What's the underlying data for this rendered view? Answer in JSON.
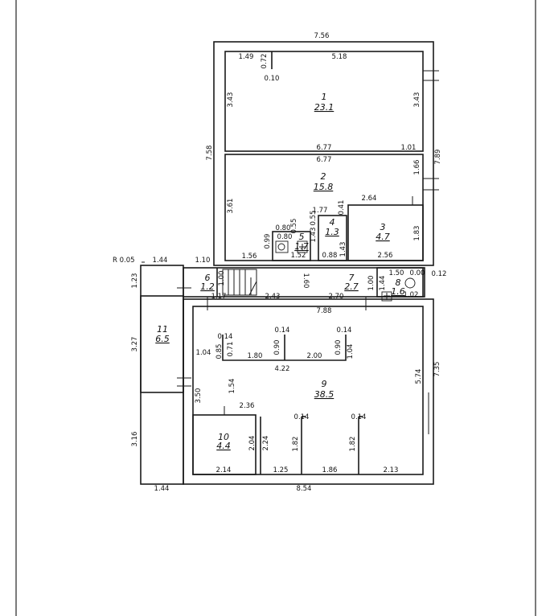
{
  "rooms": [
    {
      "num": "1",
      "area": "23.1"
    },
    {
      "num": "2",
      "area": "15.8"
    },
    {
      "num": "3",
      "area": "4.7"
    },
    {
      "num": "4",
      "area": "1.3"
    },
    {
      "num": "5",
      "area": "1.7"
    },
    {
      "num": "6",
      "area": "1.2"
    },
    {
      "num": "7",
      "area": "2.7"
    },
    {
      "num": "8",
      "area": "1.6"
    },
    {
      "num": "9",
      "area": "38.5"
    },
    {
      "num": "10",
      "area": "4.4"
    },
    {
      "num": "11",
      "area": "6.5"
    }
  ],
  "dims": {
    "top_width": "7.56",
    "r1_149": "1.49",
    "r1_072": "0.72",
    "r1_010": "0.10",
    "r1_518": "5.18",
    "r1_343_left": "3.43",
    "r1_343_right": "3.43",
    "r1_677": "6.77",
    "r1_101": "1.01",
    "left_758": "7.58",
    "right_789": "7.89",
    "r2_677": "6.77",
    "r2_166": "1.66",
    "r2_361": "3.61",
    "r2_264": "2.64",
    "r2_041": "0.41",
    "r2_177": "1.77",
    "r2_055": "0.55",
    "r2_080": "0.80",
    "r2_143": "1.43",
    "r2_099": "0.99",
    "r2_156": "1.56",
    "r5_080": "0.80",
    "r5_055": "0.55",
    "r5_152": "1.52",
    "r4_088": "0.88",
    "r4_143": "1.43",
    "r3_183": "1.83",
    "r3_256": "2.56",
    "r_005": "R  0.05",
    "c_144_top": "1.44",
    "c_110": "1.10",
    "c_123": "1.23",
    "r6_117": "1.17",
    "r6_100": "1.00",
    "r7_243": "2.43",
    "r7_1_60": "1.60",
    "r7_270": "2.70",
    "r7_100": "1.00",
    "r8_150": "1.50",
    "r8_000": "0.00",
    "r8_144": "1.44",
    "r8_102": "1.02",
    "c_012": "0.12",
    "r9_788": "7.88",
    "r9_014a": "0.14",
    "r9_085": "0.85",
    "r9_071": "0.71",
    "r9_180": "1.80",
    "r9_014b": "0.14",
    "r9_090a": "0.90",
    "r9_200": "2.00",
    "r9_014c": "0.14",
    "r9_090b": "0.90",
    "r9_104a": "1.04",
    "r9_104b": "1.04",
    "r9_422": "4.22",
    "r9_154": "1.54",
    "r9_574": "5.74",
    "right_735": "7.35",
    "r9_350": "3.50",
    "r9_236": "2.36",
    "r9_014d": "0.14",
    "r9_014e": "0.14",
    "r9_224": "2.24",
    "r9_182a": "1.82",
    "r9_182b": "1.82",
    "r10_204": "2.04",
    "r10_214": "2.14",
    "r9_125": "1.25",
    "r9_186": "1.86",
    "r9_213": "2.13",
    "r11_327": "3.27",
    "r11_316": "3.16",
    "bottom_144": "1.44",
    "bottom_854": "8.54"
  }
}
